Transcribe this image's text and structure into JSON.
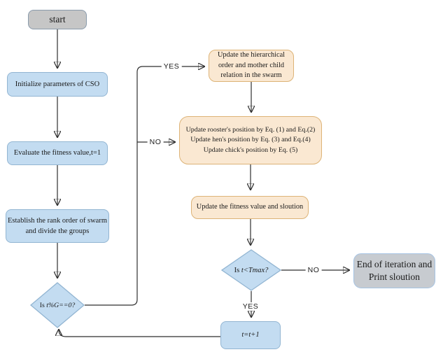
{
  "diagram": {
    "nodes": {
      "start": {
        "label": "start"
      },
      "init": {
        "label": "Initialize parameters of CSO"
      },
      "evaluate": {
        "label": "Evaluate the fitness value,t=1"
      },
      "establish": {
        "lines": [
          "Establish the rank order of swarm",
          "and divide the groups"
        ]
      },
      "mod_check": {
        "prefix": "Is ",
        "condition": "t%G==0?"
      },
      "hierarchy": {
        "lines": [
          "Update the hierarchical",
          "order and mother child",
          "relation in the swarm"
        ]
      },
      "positions": {
        "lines": [
          "Update rooster's position by Eq. (1) and Eq.(2)",
          "Update hen's position by Eq. (3) and Eq.(4)",
          "Update chick's position by Eq. (5)"
        ]
      },
      "fitness": {
        "label": "Update the fitness value and sloution"
      },
      "tmax_check": {
        "prefix": "Is ",
        "condition": "t<Tmax?"
      },
      "end": {
        "lines": [
          "End of iteration and",
          "Print sloution"
        ]
      },
      "increment": {
        "label": "t=t+1"
      }
    },
    "edge_labels": {
      "yes_top": "YES",
      "no_mid": "NO",
      "no_right": "NO",
      "yes_bottom": "YES"
    },
    "colors": {
      "process_fill": "#c3dcf1",
      "process_border": "#92b5d2",
      "highlight_fill": "#fae8d2",
      "highlight_border": "#ddb377",
      "terminal_fill": "#c6c6c6",
      "terminal_border": "#8a9bac",
      "end_fill": "#c7cbd0",
      "end_border": "#a6c4e4",
      "line": "#2f2f2f",
      "text": "#1a1a1a"
    }
  }
}
